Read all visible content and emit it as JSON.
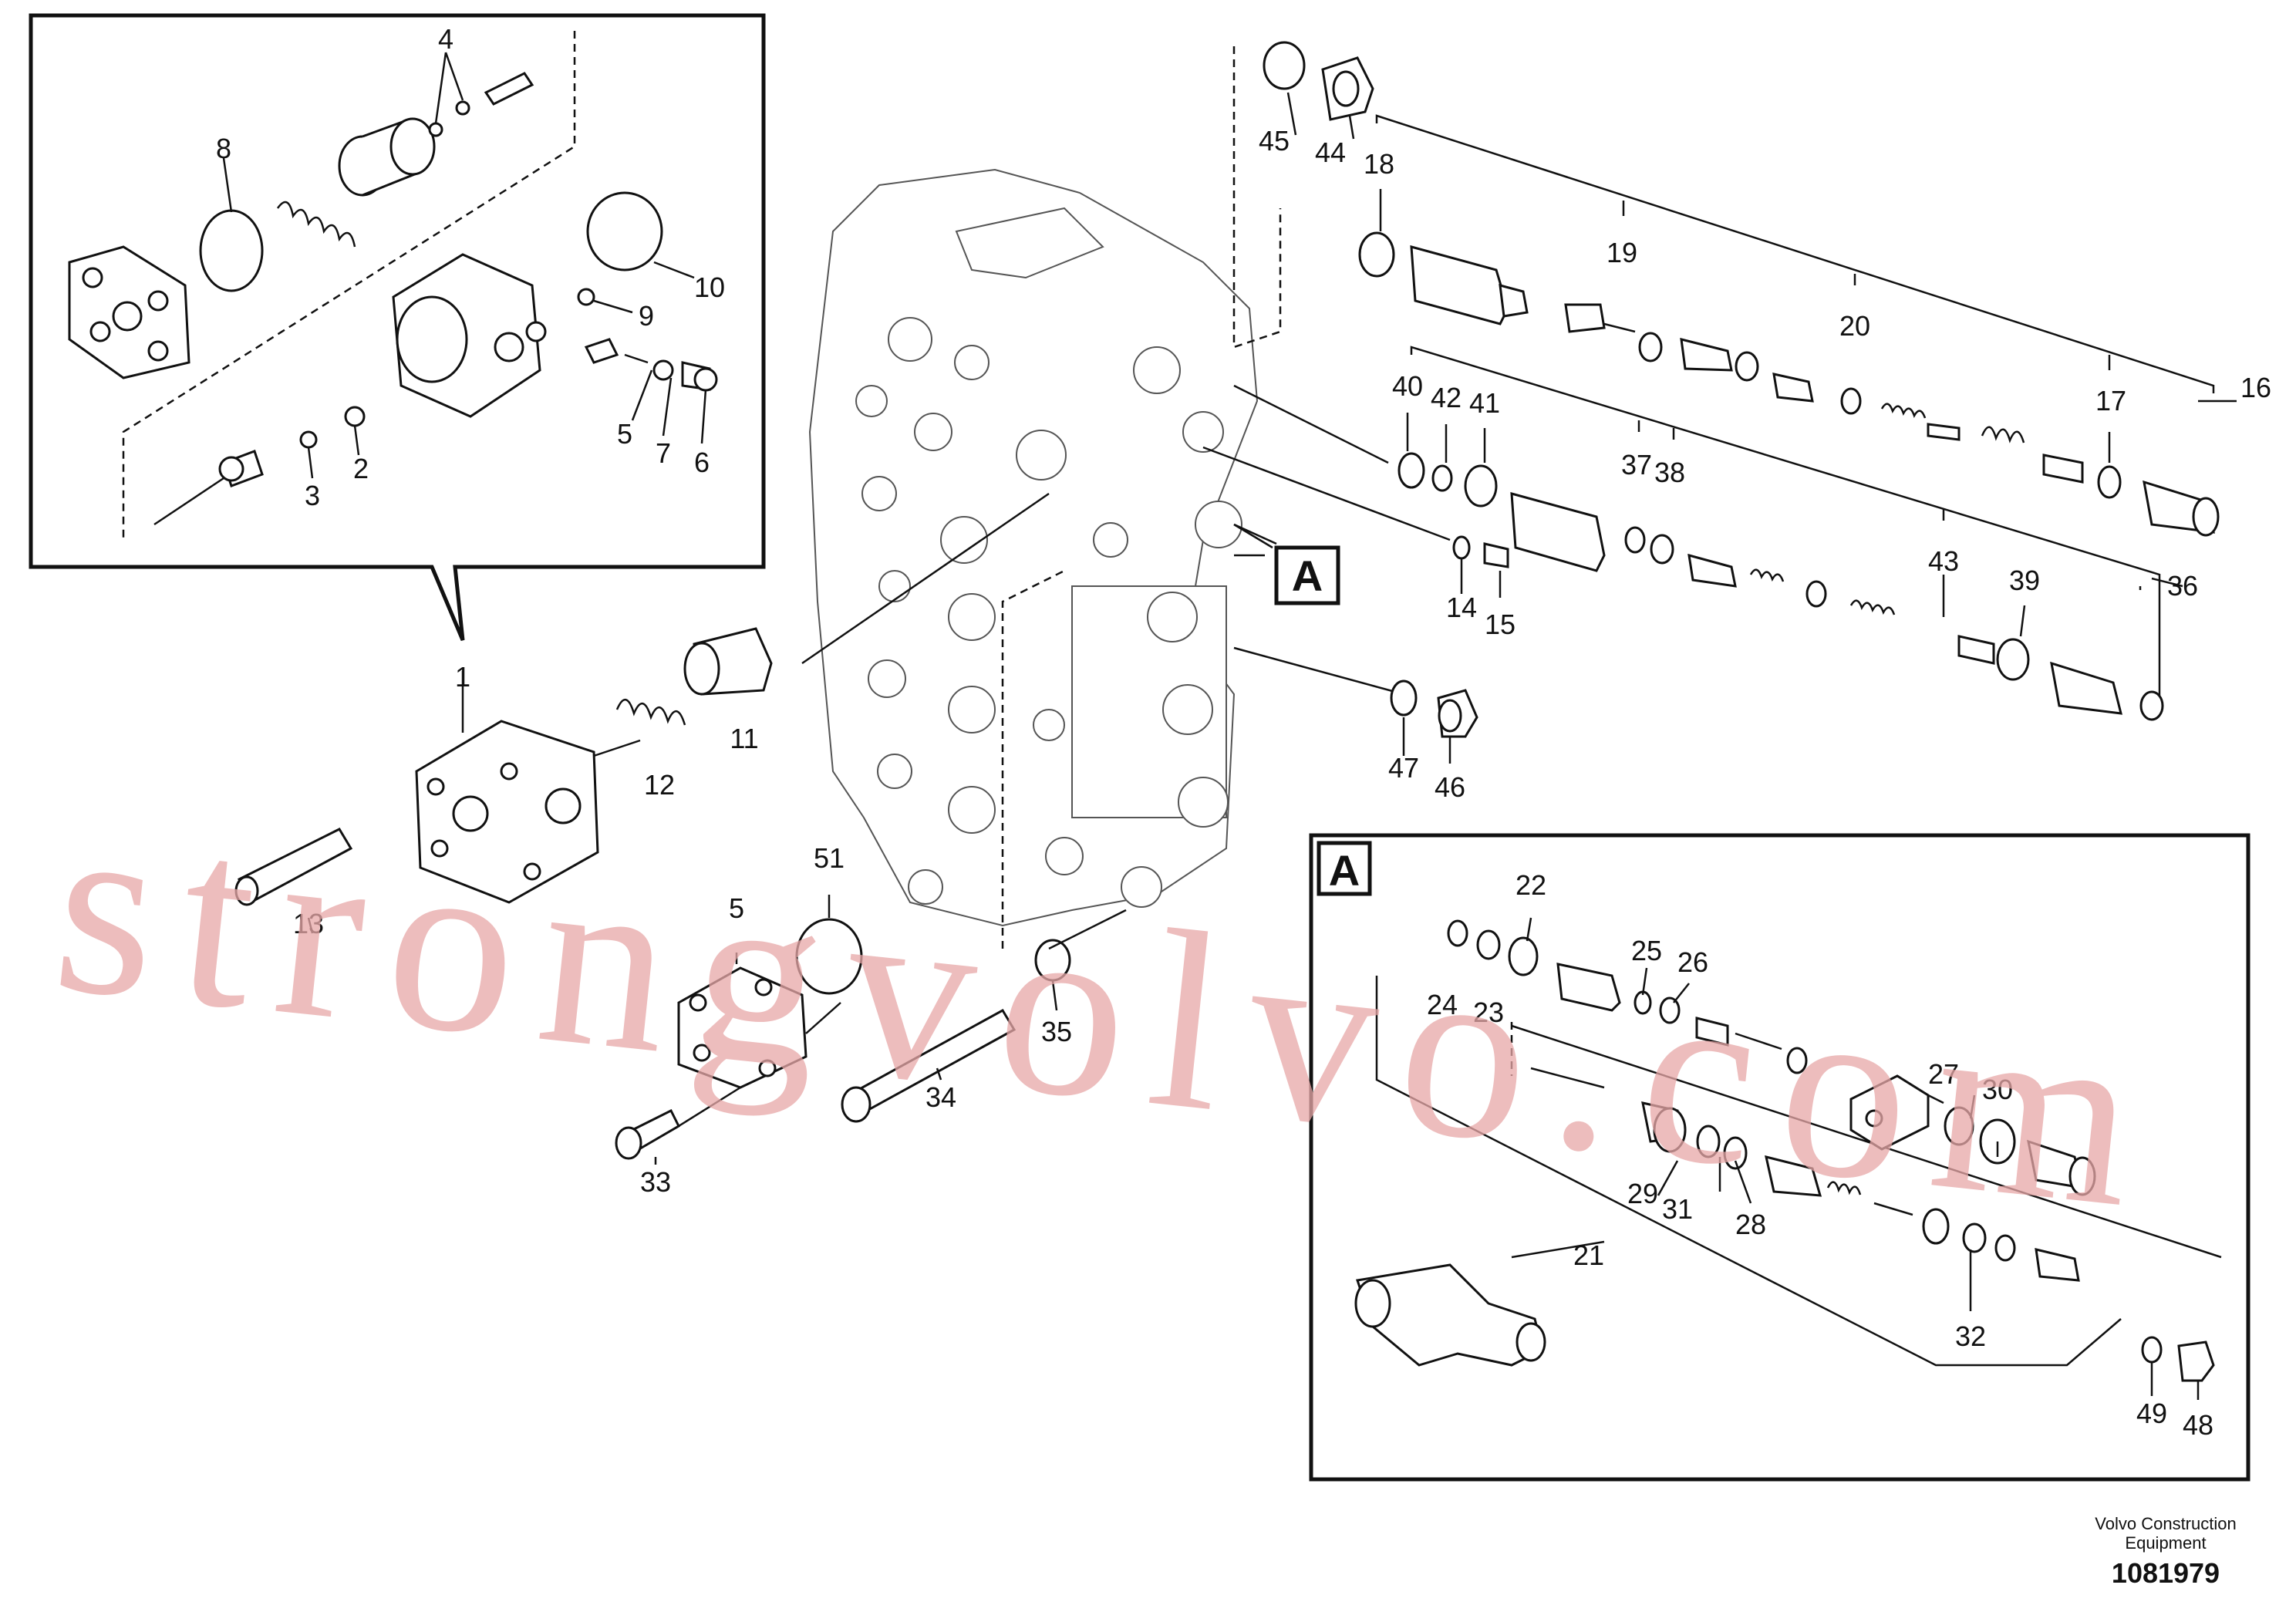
{
  "callouts": {
    "detail_a_marker": "A",
    "detail_a_box": "A",
    "labels": [
      "1",
      "2",
      "3",
      "4",
      "5",
      "6",
      "7",
      "8",
      "9",
      "10",
      "11",
      "12",
      "13",
      "14",
      "15",
      "16",
      "17",
      "18",
      "19",
      "20",
      "21",
      "22",
      "23",
      "24",
      "25",
      "26",
      "27",
      "28",
      "29",
      "30",
      "31",
      "32",
      "33",
      "34",
      "35",
      "36",
      "37",
      "38",
      "39",
      "40",
      "41",
      "42",
      "43",
      "44",
      "45",
      "46",
      "47",
      "48",
      "49",
      "5",
      "51"
    ]
  },
  "watermark": "strongvolvo.com",
  "footer": {
    "brand_line1": "Volvo Construction",
    "brand_line2": "Equipment",
    "drawing_number": "1081979"
  }
}
